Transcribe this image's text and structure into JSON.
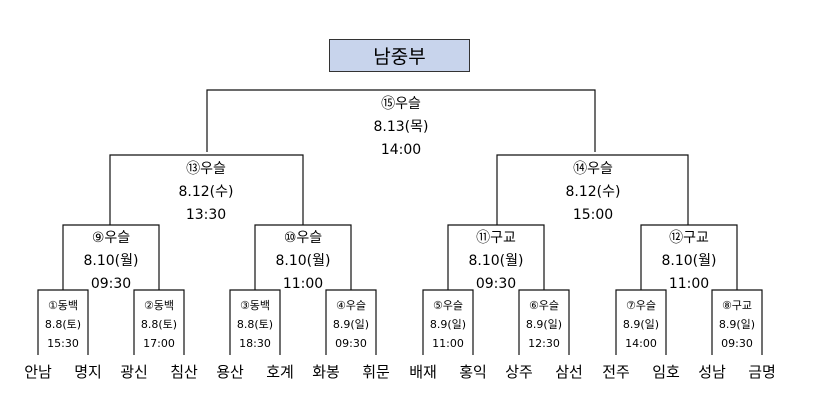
{
  "title": "남중부",
  "matches": [
    {
      "id": "m1",
      "l1": "①동백",
      "l2": "8.8(토)",
      "l3": "15:30"
    },
    {
      "id": "m2",
      "l1": "②동백",
      "l2": "8.8(토)",
      "l3": "17:00"
    },
    {
      "id": "m3",
      "l1": "③동백",
      "l2": "8.8(토)",
      "l3": "18:30"
    },
    {
      "id": "m4",
      "l1": "④우슬",
      "l2": "8.9(일)",
      "l3": "09:30"
    },
    {
      "id": "m5",
      "l1": "⑤우슬",
      "l2": "8.9(일)",
      "l3": "11:00"
    },
    {
      "id": "m6",
      "l1": "⑥우슬",
      "l2": "8.9(일)",
      "l3": "12:30"
    },
    {
      "id": "m7",
      "l1": "⑦우슬",
      "l2": "8.9(일)",
      "l3": "14:00"
    },
    {
      "id": "m8",
      "l1": "⑧구교",
      "l2": "8.9(일)",
      "l3": "09:30"
    },
    {
      "id": "m9",
      "l1": "⑨우슬",
      "l2": "8.10(월)",
      "l3": "09:30"
    },
    {
      "id": "m10",
      "l1": "⑩우슬",
      "l2": "8.10(월)",
      "l3": "11:00"
    },
    {
      "id": "m11",
      "l1": "⑪구교",
      "l2": "8.10(월)",
      "l3": "09:30"
    },
    {
      "id": "m12",
      "l1": "⑫구교",
      "l2": "8.10(월)",
      "l3": "11:00"
    },
    {
      "id": "m13",
      "l1": "⑬우슬",
      "l2": "8.12(수)",
      "l3": "13:30"
    },
    {
      "id": "m14",
      "l1": "⑭우슬",
      "l2": "8.12(수)",
      "l3": "15:00"
    },
    {
      "id": "m15",
      "l1": "⑮우슬",
      "l2": "8.13(목)",
      "l3": "14:00"
    }
  ],
  "teams": [
    "안남",
    "명지",
    "광신",
    "침산",
    "용산",
    "호계",
    "화봉",
    "휘문",
    "배재",
    "홍익",
    "상주",
    "삼선",
    "전주",
    "임호",
    "성남",
    "금명"
  ]
}
